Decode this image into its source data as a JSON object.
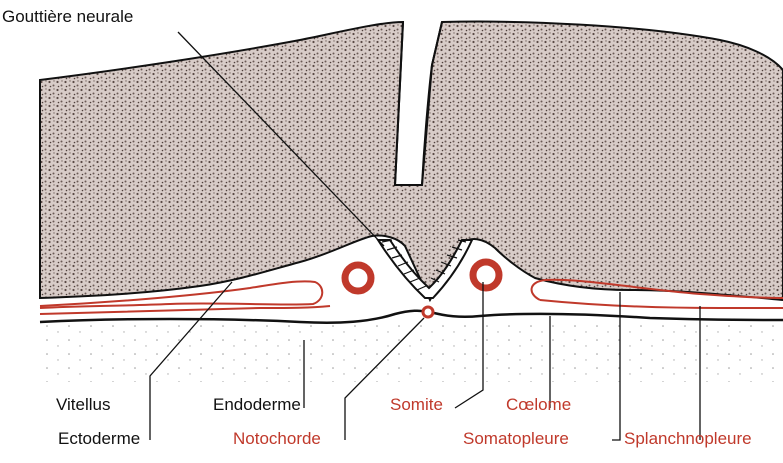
{
  "labels": {
    "gouttiere": "Gouttière neurale",
    "vitellus": "Vitellus",
    "endoderme": "Endoderme",
    "somite": "Somite",
    "coelome": "Cœlome",
    "ectoderme": "Ectoderme",
    "notochorde": "Notochorde",
    "somatopleure": "Somatopleure",
    "splanchnopleure": "Splanchnopleure"
  },
  "colors": {
    "text_black": "#111111",
    "accent_red": "#c0392b",
    "tissue_fill": "#b9aaa5",
    "outline": "#111111"
  }
}
